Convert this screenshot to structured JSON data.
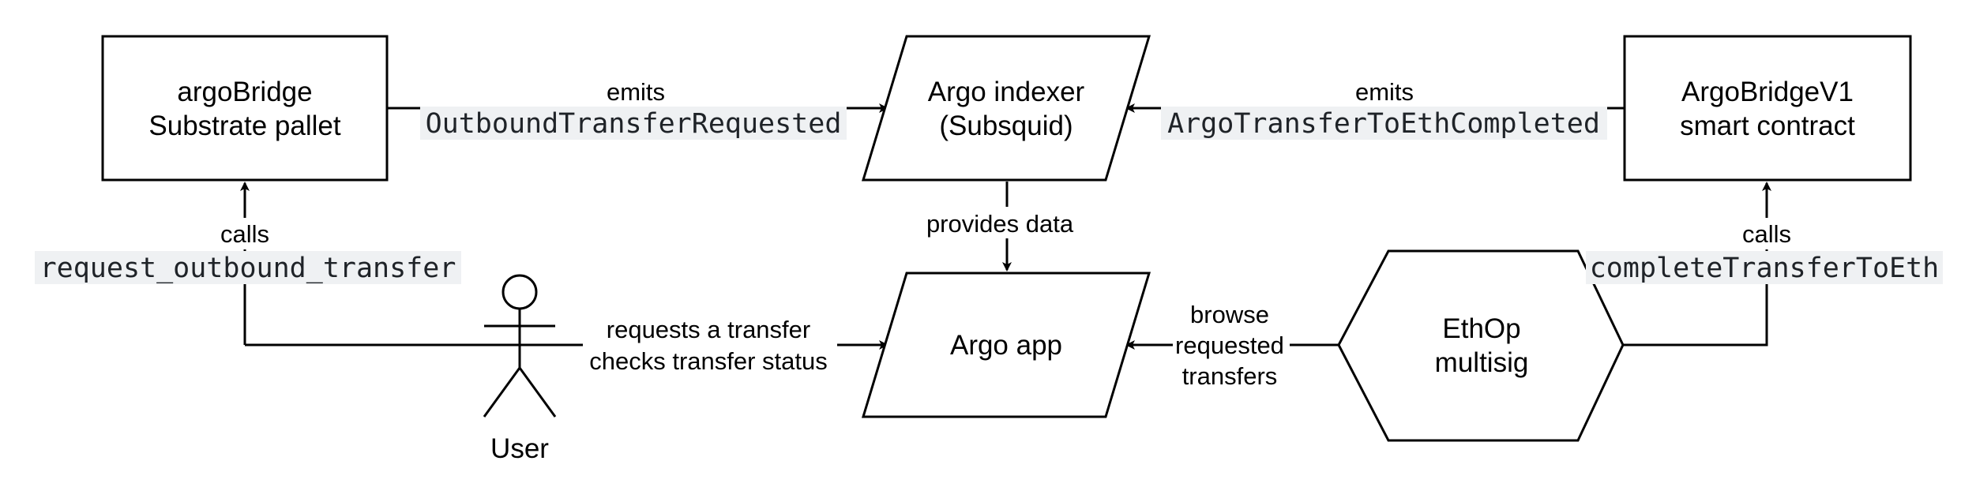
{
  "nodes": {
    "argo_bridge": {
      "line1": "argoBridge",
      "line2": "Substrate pallet"
    },
    "argo_indexer": {
      "line1": "Argo indexer",
      "line2": "(Subsquid)"
    },
    "argo_bridge_v1": {
      "line1": "ArgoBridgeV1",
      "line2": "smart contract"
    },
    "argo_app": {
      "line1": "Argo app"
    },
    "ethop": {
      "line1": "EthOp",
      "line2": "multisig"
    },
    "user": {
      "label": "User"
    }
  },
  "edges": {
    "pallet_to_indexer": {
      "label": "emits",
      "code": "OutboundTransferRequested"
    },
    "contract_to_indexer": {
      "label": "emits",
      "code": "ArgoTransferToEthCompleted"
    },
    "indexer_to_app": {
      "label": "provides data"
    },
    "user_to_pallet": {
      "label": "calls",
      "code": "request_outbound_transfer"
    },
    "user_to_app": {
      "line1": "requests a transfer",
      "line2": "checks transfer status"
    },
    "ethop_to_app": {
      "line1": "browse",
      "line2": "requested",
      "line3": "transfers"
    },
    "ethop_to_contract": {
      "label": "calls",
      "code": "completeTransferToEth"
    }
  }
}
